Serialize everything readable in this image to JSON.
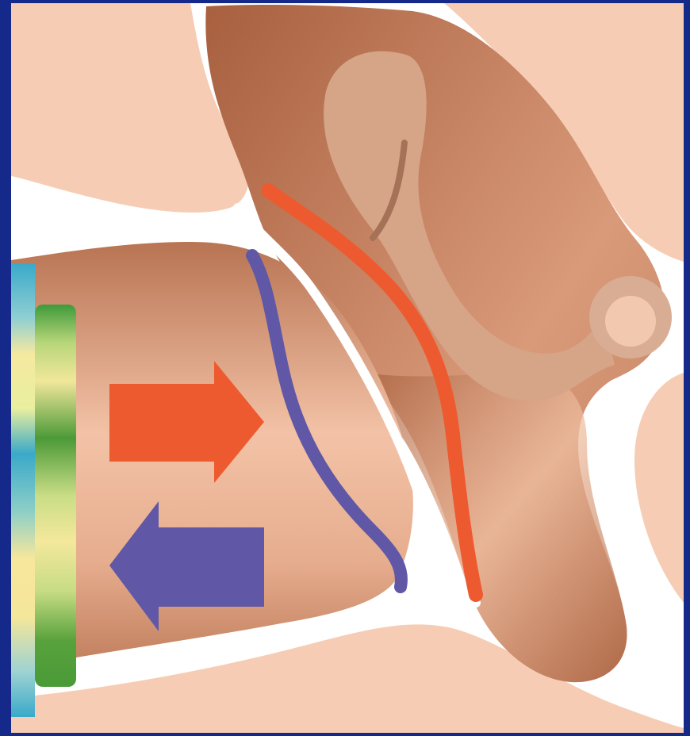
{
  "figure": {
    "description_free": true,
    "colors": {
      "frame": "#14298a",
      "background": "#ffffff",
      "skin_light": "#f6cdb4",
      "tissue_mid": "#d9987a",
      "tissue_dark": "#b06a47",
      "cartilage": "#d4a58a",
      "artery_red": "#ee5a2f",
      "vein_blue": "#6058a6",
      "probe_green": "#4f9a3a",
      "probe_yellow": "#f1e79a",
      "probe_cyan": "#38a8c8"
    },
    "arrows": [
      {
        "direction": "right",
        "color_key": "artery_red"
      },
      {
        "direction": "left",
        "color_key": "vein_blue"
      }
    ]
  }
}
